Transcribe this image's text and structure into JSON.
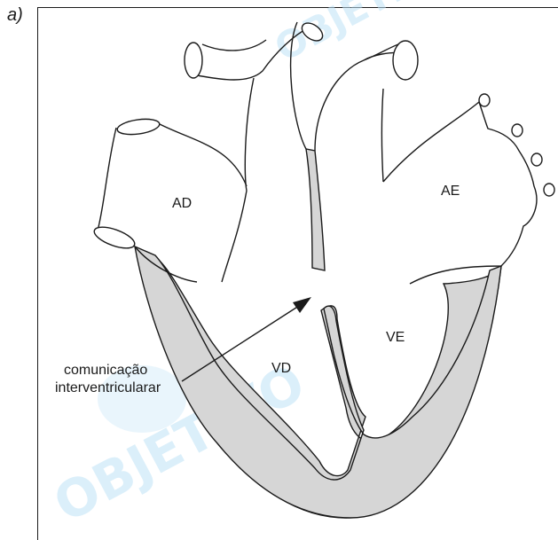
{
  "figure": {
    "part_label": "a)",
    "chambers": {
      "right_atrium": "AD",
      "left_atrium": "AE",
      "right_ventricle": "VD",
      "left_ventricle": "VE"
    },
    "callout_line1": "comunicação",
    "callout_line2": "interventricularar",
    "watermark": "OBJETIVO",
    "colors": {
      "septum_fill": "#d6d6d6",
      "outline": "#1a1a1a",
      "watermark": "#bfe3f7"
    }
  }
}
